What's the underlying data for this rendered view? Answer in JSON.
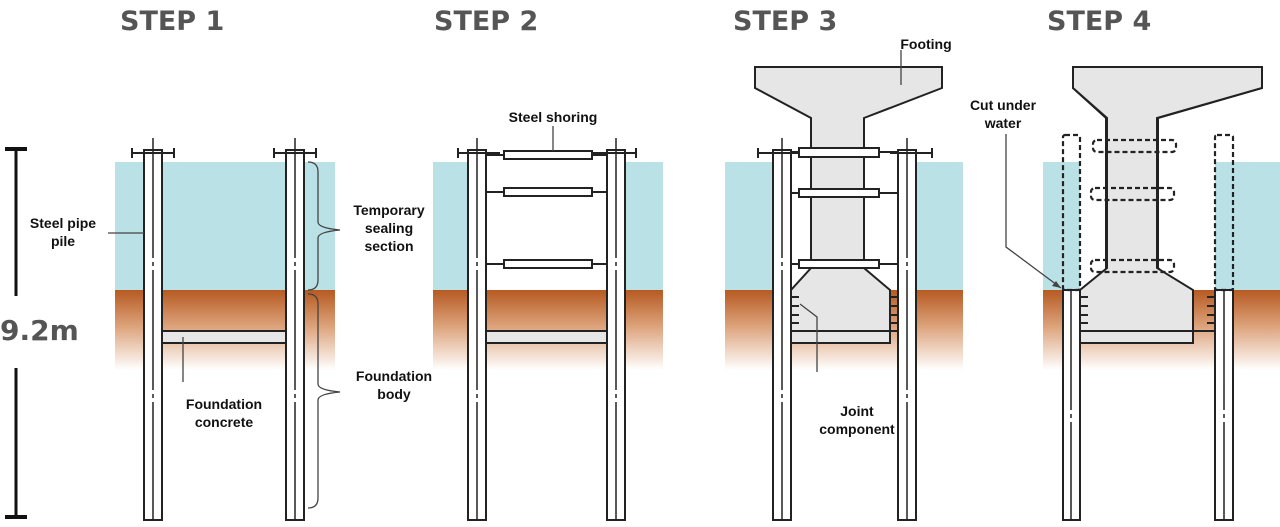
{
  "steps": [
    "STEP 1",
    "STEP 2",
    "STEP 3",
    "STEP 4"
  ],
  "dimension": "9.2m",
  "labels": {
    "steel_pipe_pile": [
      "Steel pipe",
      "pile"
    ],
    "temporary_sealing": [
      "Temporary",
      "sealing",
      "section"
    ],
    "foundation_body": [
      "Foundation",
      "body"
    ],
    "foundation_concrete": [
      "Foundation",
      "concrete"
    ],
    "steel_shoring": "Steel shoring",
    "footing": "Footing",
    "joint_component": [
      "Joint",
      "component"
    ],
    "cut_under_water": [
      "Cut under",
      "water"
    ]
  },
  "colors": {
    "water": "#b9e1e6",
    "soil": "#b65a22",
    "concrete": "#e6e6e6",
    "line": "#222222",
    "step_text": "#555555"
  }
}
